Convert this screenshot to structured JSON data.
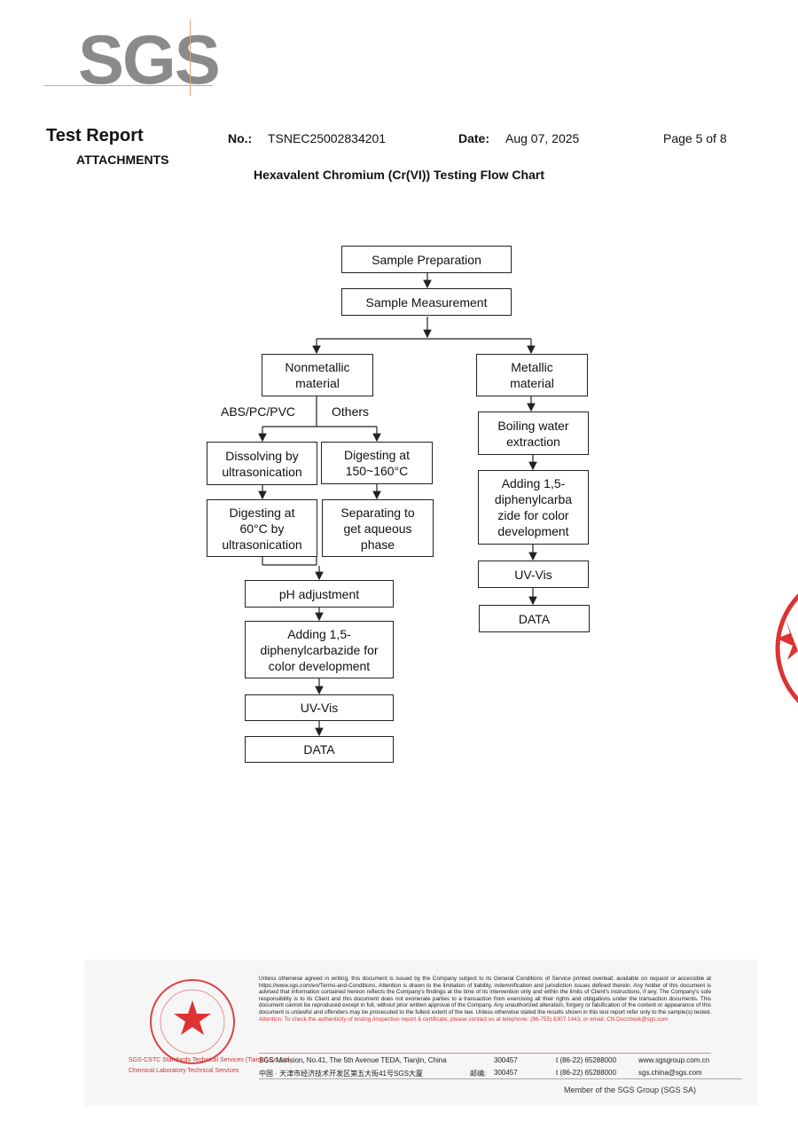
{
  "header": {
    "logo": "SGS",
    "title": "Test Report",
    "subtitle": "ATTACHMENTS",
    "no_label": "No.:",
    "no_value": "TSNEC25002834201",
    "date_label": "Date:",
    "date_value": "Aug 07, 2025",
    "page": "Page 5 of 8"
  },
  "chart_title": "Hexavalent Chromium (Cr(VI)) Testing Flow Chart",
  "flow": {
    "sample_prep": "Sample Preparation",
    "sample_meas": "Sample Measurement",
    "nonmetallic": "Nonmetallic\nmaterial",
    "metallic": "Metallic\nmaterial",
    "branch_left": "ABS/PC/PVC",
    "branch_right": "Others",
    "dissolving": "Dissolving by\nultrasonication",
    "digesting_150": "Digesting at\n150~160°C",
    "digesting_60": "Digesting at\n60°C by\nultrasonication",
    "separating": "Separating to\nget aqueous\nphase",
    "ph": "pH adjustment",
    "adding_left": "Adding 1,5-\ndiphenylcarbazide for\ncolor development",
    "uvvis_left": "UV-Vis",
    "data_left": "DATA",
    "boiling": "Boiling water\nextraction",
    "adding_right": "Adding 1,5-\ndiphenylcarba\nzide for color\ndevelopment",
    "uvvis_right": "UV-Vis",
    "data_right": "DATA"
  },
  "footer": {
    "disclaimer": "Unless otherwise agreed in writing, this document is issued by the Company subject to its General Conditions of Service printed overleaf, available on request or accessible at https://www.sgs.com/en/Terms-and-Conditions. Attention is drawn to the limitation of liability, indemnification and jurisdiction issues defined therein. Any holder of this document is advised that information contained hereon reflects the Company's findings at the time of its intervention only and within the limits of Client's instructions, if any. The Company's sole responsibility is to its Client and this document does not exonerate parties to a transaction from exercising all their rights and obligations under the transaction documents. This document cannot be reproduced except in full, without prior written approval of the Company. Any unauthorized alteration, forgery or falsification of the content or appearance of this document is unlawful and offenders may be prosecuted to the fullest extent of the law. Unless otherwise stated the results shown in this test report refer only to the sample(s) tested.",
    "attention": "Attention: To check the authenticity of testing /inspection report & certificate, please contact us at telephone: (86-755) 8307 1443, or email: CN.Doccheck@sgs.com",
    "address_en": "SGS Mansion, No.41, The 5th Avenue TEDA, Tianjin, China",
    "postcode_en": "300457",
    "phone_en": "t (86-22) 65288000",
    "web_en": "www.sgsgroup.com.cn",
    "address_cn": "中国 · 天津市经济技术开发区第五大街41号SGS大厦",
    "postcode_cn_label": "邮编:",
    "postcode_cn": "300457",
    "phone_cn": "t (86-22) 65288000",
    "email_cn": "sgs.china@sgs.com",
    "member": "Member of the SGS Group (SGS SA)",
    "stamp_company": "SGS-CSTC Standards Technical Services (Tianjin) Co.,Ltd.",
    "stamp_lab": "Chemical Laboratory Technical Services"
  },
  "colors": {
    "logo_gray": "#8a8a8a",
    "accent_orange": "#e8a070",
    "stamp_red": "#d33"
  }
}
